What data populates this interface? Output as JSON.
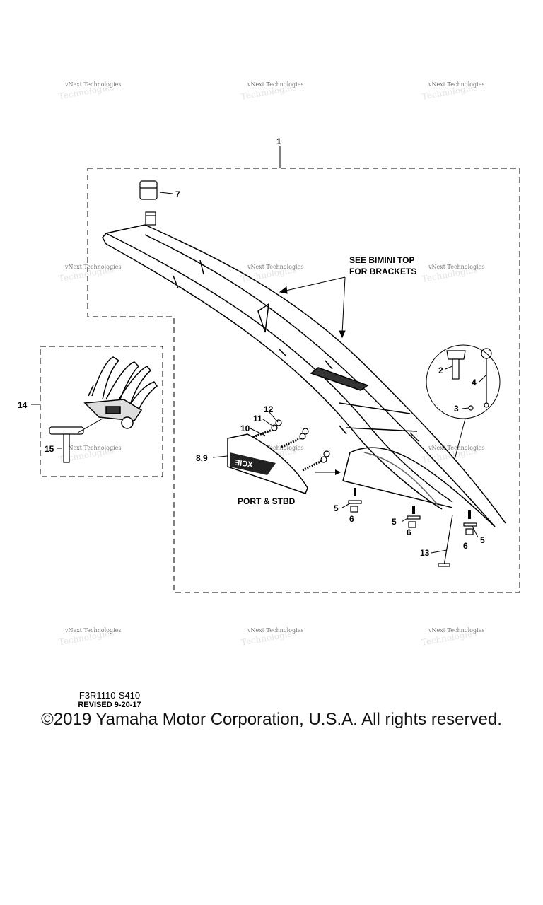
{
  "watermark": "vNext Technologies",
  "callouts": {
    "c1": "1",
    "c2": "2",
    "c3": "3",
    "c4": "4",
    "c5a": "5",
    "c5b": "5",
    "c5c": "5",
    "c6a": "6",
    "c6b": "6",
    "c6c": "6",
    "c7": "7",
    "c89": "8,9",
    "c10": "10",
    "c11": "11",
    "c12": "12",
    "c13": "13",
    "c14": "14",
    "c15": "15"
  },
  "notes": {
    "bimini_line1": "SEE BIMINI TOP",
    "bimini_line2": "FOR BRACKETS",
    "port_stbd": "PORT & STBD"
  },
  "drawing_code": "F3R1110-S410",
  "revision": "REVISED 9-20-17",
  "copyright": "©2019 Yamaha Motor Corporation, U.S.A. All rights reserved."
}
